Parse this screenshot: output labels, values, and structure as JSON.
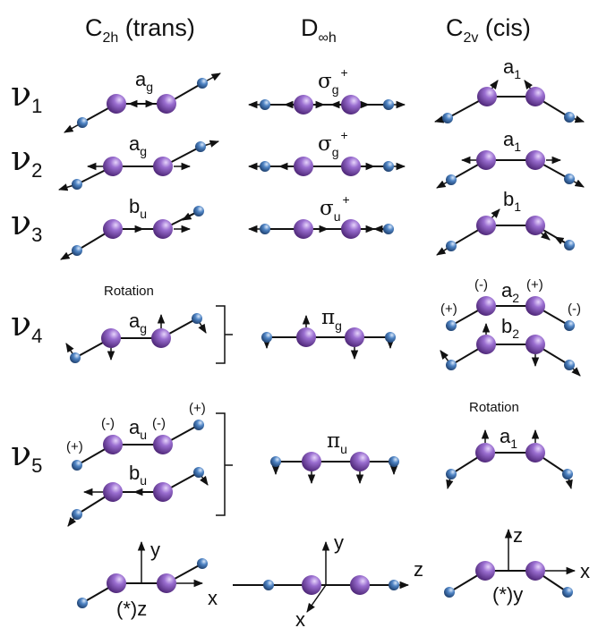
{
  "headers": [
    {
      "base": "C",
      "sub": "2h",
      "rest": " (trans)"
    },
    {
      "base": "D",
      "sub": "∞h",
      "rest": ""
    },
    {
      "base": "C",
      "sub": "2v",
      "rest": " (cis)"
    }
  ],
  "modes": [
    {
      "symbol": "ν",
      "index": "1"
    },
    {
      "symbol": "ν",
      "index": "2"
    },
    {
      "symbol": "ν",
      "index": "3"
    },
    {
      "symbol": "ν",
      "index": "4"
    },
    {
      "symbol": "ν",
      "index": "5"
    }
  ],
  "trans_labels": [
    {
      "base": "a",
      "sub": "g"
    },
    {
      "base": "a",
      "sub": "g"
    },
    {
      "base": "b",
      "sub": "u"
    },
    {
      "base": "a",
      "sub": "g"
    },
    {
      "base": "a",
      "sub": "u"
    },
    {
      "base": "b",
      "sub": "u"
    }
  ],
  "linear_labels": [
    {
      "base": "σ",
      "sub": "g",
      "sup": "+"
    },
    {
      "base": "σ",
      "sub": "g",
      "sup": "+"
    },
    {
      "base": "σ",
      "sub": "u",
      "sup": "+"
    },
    {
      "base": "π",
      "sub": "g",
      "sup": ""
    },
    {
      "base": "π",
      "sub": "u",
      "sup": ""
    }
  ],
  "cis_labels": [
    {
      "base": "a",
      "sub": "1"
    },
    {
      "base": "a",
      "sub": "1"
    },
    {
      "base": "b",
      "sub": "1"
    },
    {
      "base": "a",
      "sub": "2"
    },
    {
      "base": "b",
      "sub": "2"
    },
    {
      "base": "a",
      "sub": "1"
    }
  ],
  "rotation_label": "Rotation",
  "signs": {
    "plus": "(+)",
    "minus": "(-)"
  },
  "axes": {
    "trans": {
      "vertical": "y",
      "horizontal": "x",
      "out_of_plane": "(*)z"
    },
    "linear": {
      "vertical": "y",
      "horizontal": "z",
      "diagonal": "x"
    },
    "cis": {
      "vertical": "z",
      "horizontal": "x",
      "out_of_plane": "(*)y"
    }
  },
  "colors": {
    "large_atom": "#6a3d9a",
    "large_atom_highlight": "#c9a8ee",
    "small_atom": "#2a5d9c",
    "small_atom_highlight": "#a8c9ee",
    "line": "#111111"
  }
}
